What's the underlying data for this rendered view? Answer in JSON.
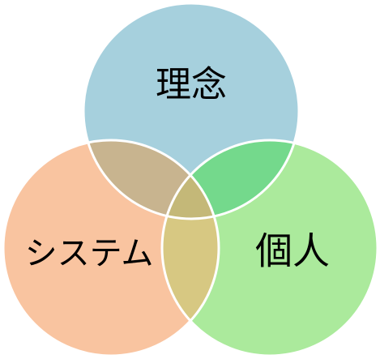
{
  "diagram": {
    "type": "venn",
    "sets": [
      {
        "id": "rinen",
        "label": "理念",
        "fill": "#a6d0dd"
      },
      {
        "id": "system",
        "label": "システム",
        "fill": "#f9c4a0"
      },
      {
        "id": "kojin",
        "label": "個人",
        "fill": "#abea9c"
      }
    ],
    "overlap_colors": {
      "rinen_system": "#c8b48f",
      "rinen_kojin": "#74d98c",
      "system_kojin": "#d7c882",
      "all": "#c4b878"
    },
    "outline_color": "#ffffff"
  }
}
